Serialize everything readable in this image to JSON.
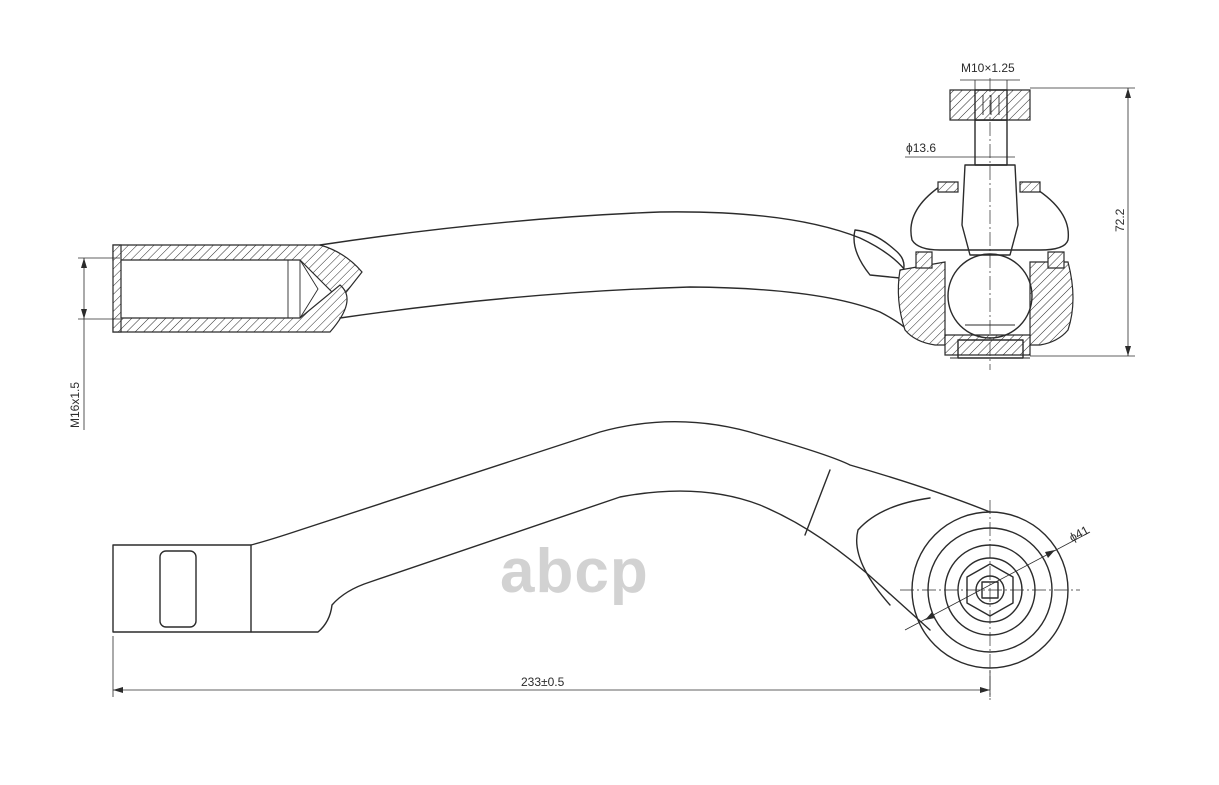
{
  "dimensions": {
    "thread_stud": "M10×1.25",
    "stud_diameter": "ϕ13.6",
    "height": "72.2",
    "thread_inner": "M16x1.5",
    "housing_diameter": "ϕ41",
    "length": "233±0.5"
  },
  "watermark": {
    "brand": "abcp"
  },
  "colors": {
    "line": "#2b2b2b",
    "watermark": "#d2d2d2",
    "background": "#ffffff"
  }
}
